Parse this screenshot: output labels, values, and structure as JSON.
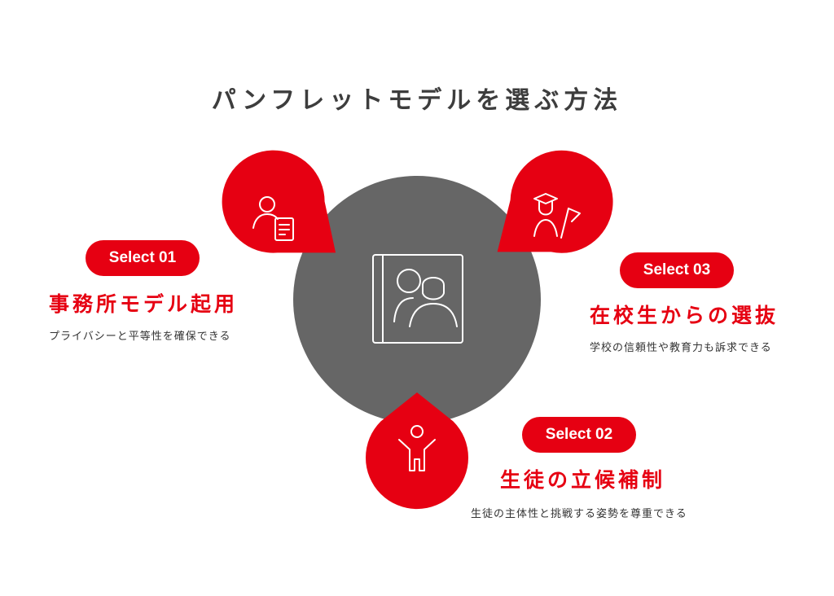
{
  "title": "パンフレットモデルを選ぶ方法",
  "colors": {
    "accent": "#e60012",
    "center": "#666666",
    "text": "#333333"
  },
  "center": {
    "icon": "book-portrait-icon"
  },
  "options": [
    {
      "badge": "Select 01",
      "heading": "事務所モデル起用",
      "description": "プライバシーと平等性を確保できる",
      "icon": "person-document-icon"
    },
    {
      "badge": "Select 02",
      "heading": "生徒の立候補制",
      "description": "生徒の主体性と挑戦する姿勢を尊重できる",
      "icon": "raised-arms-person-icon"
    },
    {
      "badge": "Select 03",
      "heading": "在校生からの選抜",
      "description": "学校の信頼性や教育力も訴求できる",
      "icon": "graduate-flag-icon"
    }
  ]
}
